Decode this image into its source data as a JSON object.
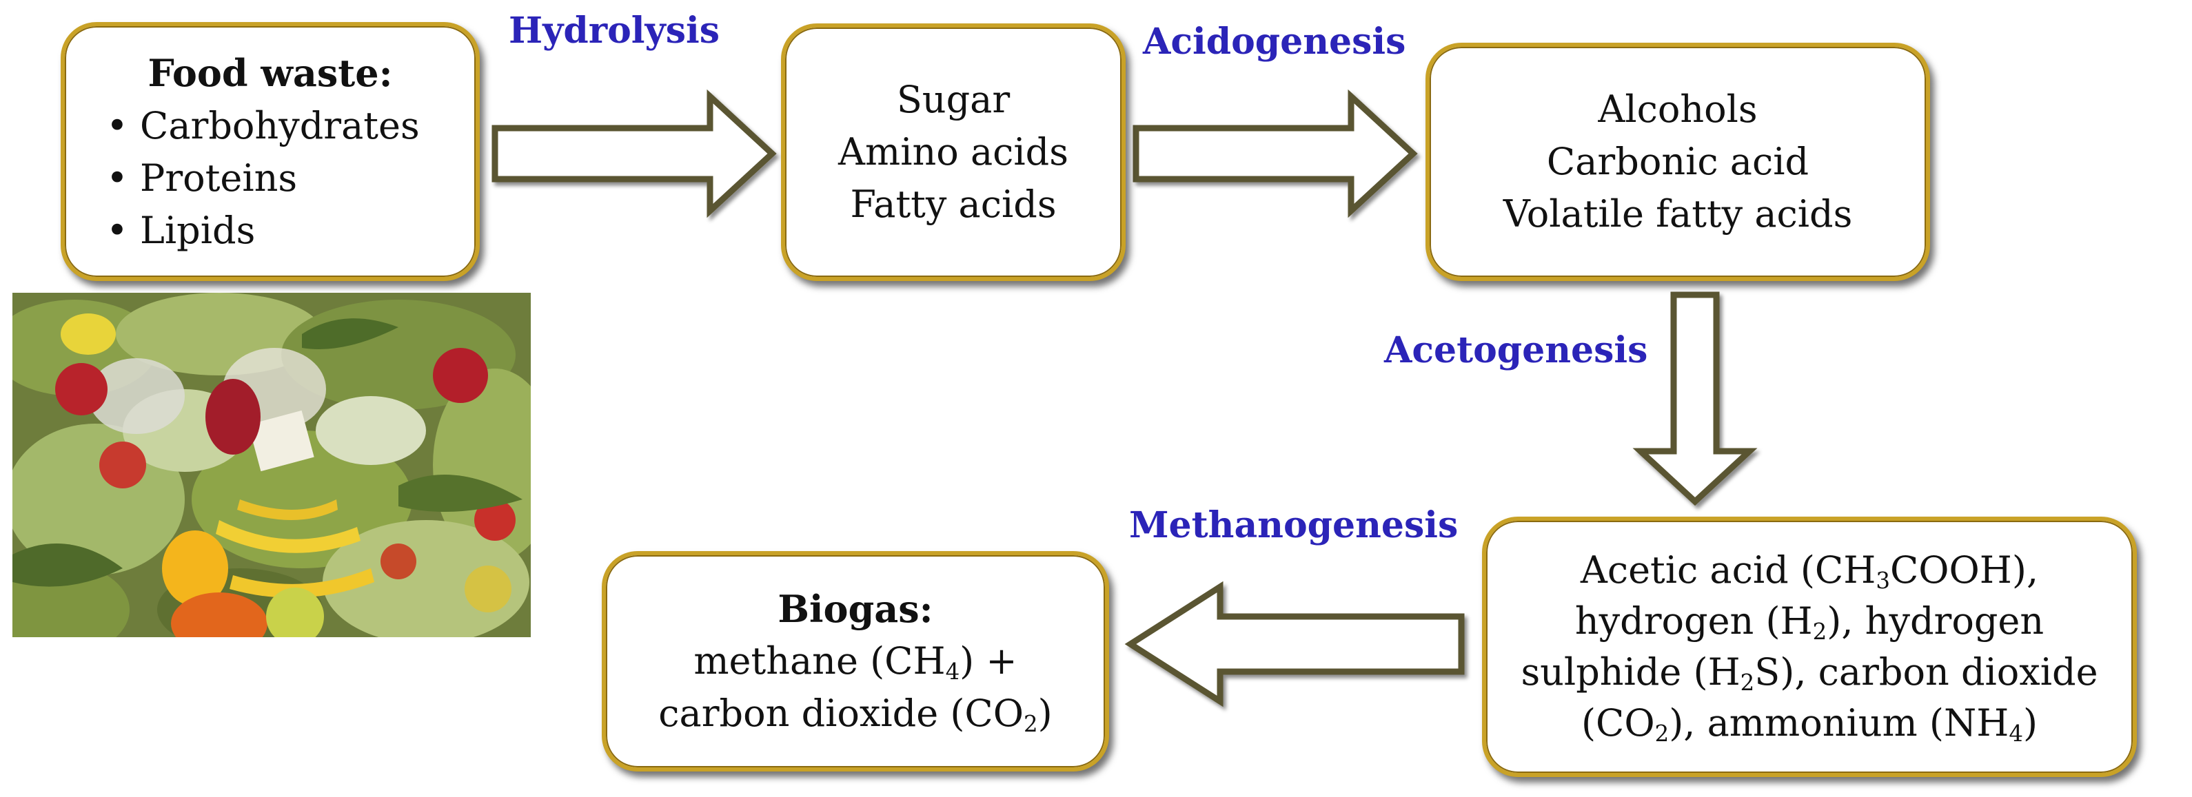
{
  "boxes": {
    "food_waste": {
      "title": "Food waste:",
      "items": [
        "Carbohydrates",
        "Proteins",
        "Lipids"
      ]
    },
    "hydrolysis_products": {
      "lines": [
        "Sugar",
        "Amino acids",
        "Fatty acids"
      ]
    },
    "acidogenesis_products": {
      "lines": [
        "Alcohols",
        "Carbonic acid",
        "Volatile fatty acids"
      ]
    },
    "acetogenesis_products": {
      "l1a": "Acetic acid (CH",
      "l1s": "3",
      "l1b": "COOH),",
      "l2a": "hydrogen (H",
      "l2s": "2",
      "l2b": "), hydrogen",
      "l3a": "sulphide (H",
      "l3s": "2",
      "l3b": "S), carbon dioxide",
      "l4a": "(CO",
      "l4s": "2",
      "l4b": "), ammonium (NH",
      "l4s2": "4",
      "l4c": ")"
    },
    "biogas": {
      "title": "Biogas:",
      "l1a": "methane (CH",
      "l1s": "4",
      "l1b": ") +",
      "l2a": "carbon dioxide (CO",
      "l2s": "2",
      "l2b": ")"
    }
  },
  "stages": {
    "hydrolysis": "Hydrolysis",
    "acidogenesis": "Acidogenesis",
    "acetogenesis": "Acetogenesis",
    "methanogenesis": "Methanogenesis"
  },
  "colors": {
    "box_border": "#c9a227",
    "arrow_fill": "#ffffff",
    "arrow_stroke": "#5a5530",
    "stage_text": "#2b24b8"
  }
}
